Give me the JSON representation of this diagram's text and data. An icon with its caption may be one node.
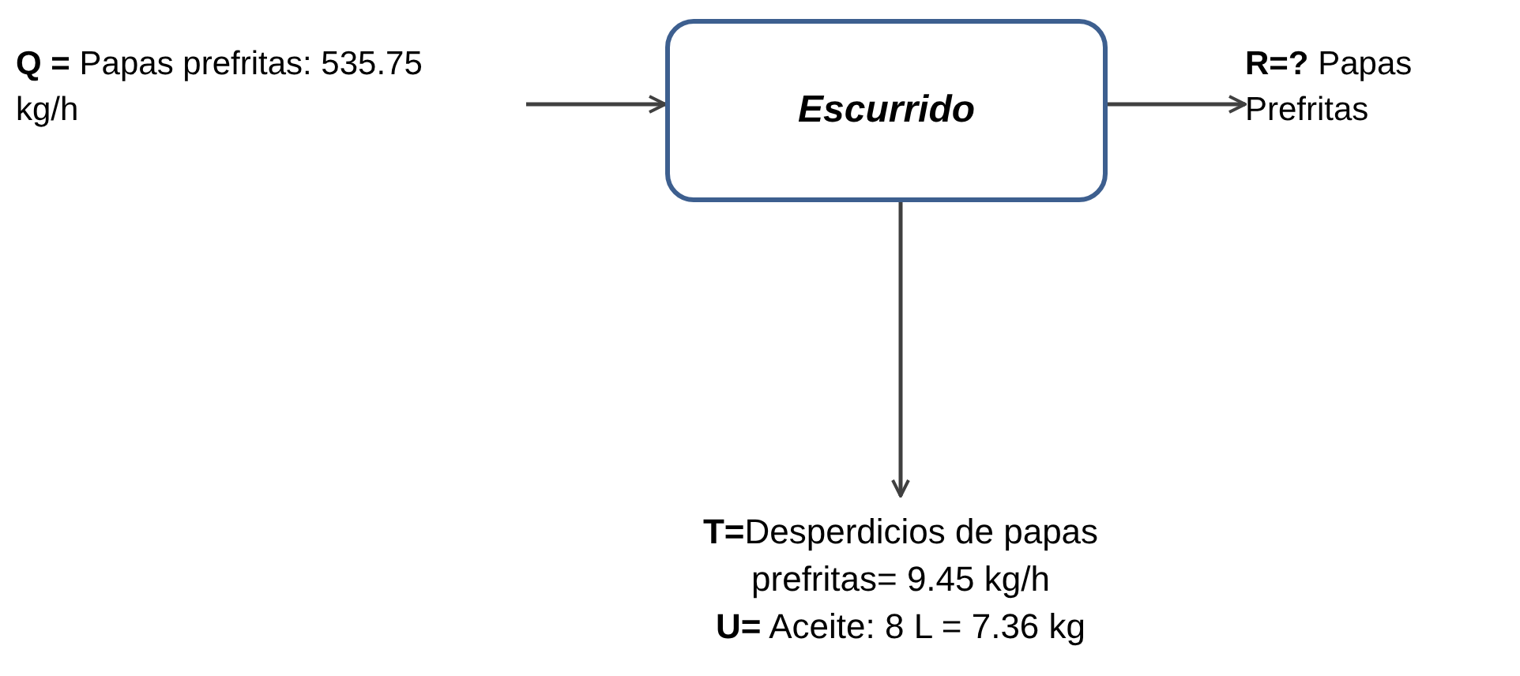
{
  "diagram": {
    "nodes": [
      {
        "text": [
          "**Q =** Papas prefritas: 535.75 kg/h"
        ]
      },
      {
        "text": [
          "Escurrido"
        ]
      },
      {
        "text": [
          "**R=?** Papas Prefritas"
        ]
      },
      {
        "text": [
          "**T=**Desperdicios de papas prefritas= 9.45 kg/h",
          "**U=** Aceite: 8 L = 7.36 kg"
        ]
      }
    ],
    "edges": [
      {
        "from": 0,
        "to": 1,
        "arrow": "to"
      },
      {
        "from": 1,
        "to": 2,
        "arrow": "to"
      },
      {
        "from": 1,
        "to": 3,
        "arrow": "to"
      }
    ]
  }
}
